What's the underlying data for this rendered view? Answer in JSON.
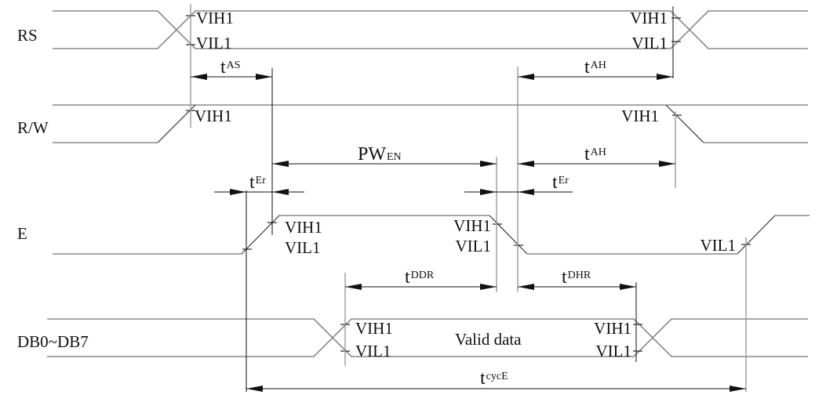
{
  "diagram": {
    "type": "timing-diagram",
    "signals": [
      {
        "id": "rs",
        "label": "RS"
      },
      {
        "id": "rw",
        "label": "R/W"
      },
      {
        "id": "e",
        "label": "E"
      },
      {
        "id": "db",
        "label": "DB0~DB7"
      }
    ],
    "levels": {
      "vih": "VIH1",
      "vil": "VIL1"
    },
    "data_label": "Valid data",
    "timings": {
      "t_as": {
        "main": "t",
        "sub": "AS"
      },
      "t_ah_rs": {
        "main": "t",
        "sub": "AH"
      },
      "t_ah_rw": {
        "main": "t",
        "sub": "AH"
      },
      "pw_en": {
        "main": "PW",
        "sub": "EN"
      },
      "t_er_rise": {
        "main": "t",
        "sub": "Er"
      },
      "t_er_fall": {
        "main": "t",
        "sub": "Er"
      },
      "t_ddr": {
        "main": "t",
        "sub": "DDR"
      },
      "t_dhr": {
        "main": "t",
        "sub": "DHR"
      },
      "t_cyce": {
        "main": "t",
        "sub": "cycE"
      }
    }
  }
}
